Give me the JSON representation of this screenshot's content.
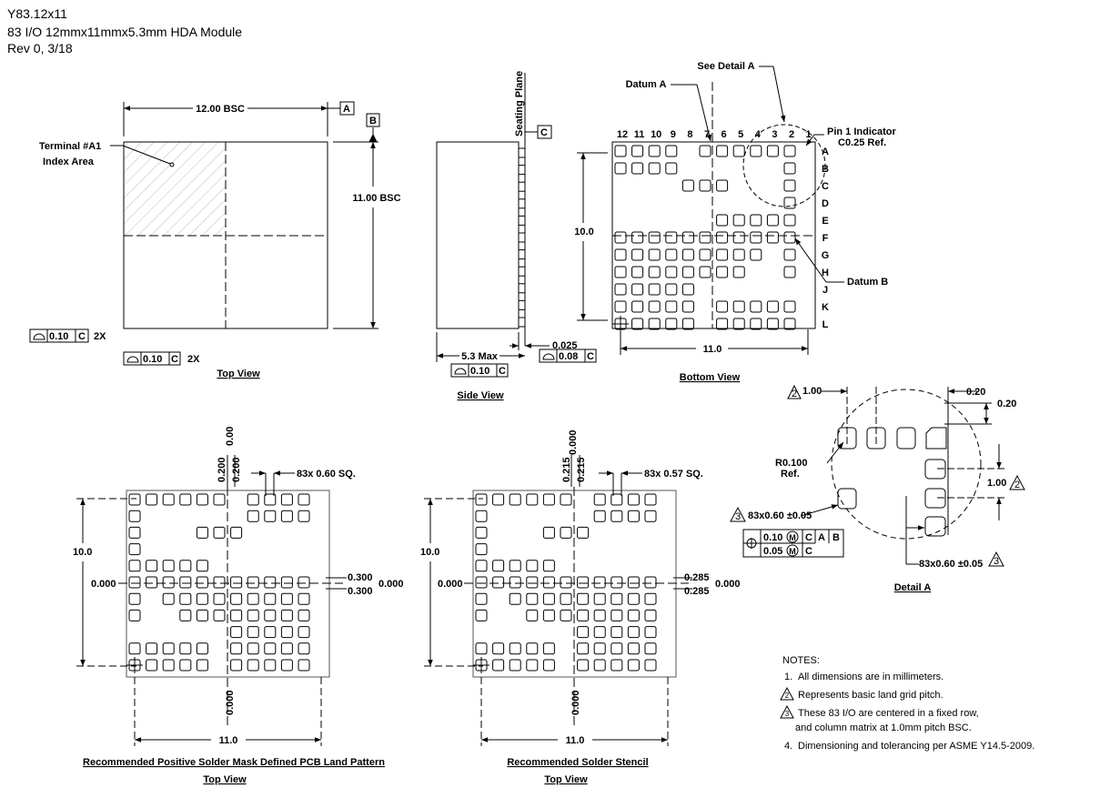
{
  "header": {
    "part": "Y83.12x11",
    "description": "83 I/O 12mmx11mmx5.3mm HDA Module",
    "revision": "Rev 0, 3/18"
  },
  "top_view": {
    "width_dim": "12.00 BSC",
    "height_dim": "11.00 BSC",
    "terminal_label_1": "Terminal #A1",
    "terminal_label_2": "Index Area",
    "datum_a": "A",
    "datum_b": "B",
    "flatness_1": {
      "value": "0.10",
      "datum": "C",
      "count": "2X"
    },
    "flatness_2": {
      "value": "0.10",
      "datum": "C",
      "count": "2X"
    },
    "caption": "Top View"
  },
  "side_view": {
    "seating_plane": "Seating Plane",
    "datum_c": "C",
    "max_height": "5.3 Max",
    "standoff": "0.025",
    "flatness_1": {
      "value": "0.10",
      "datum": "C"
    },
    "flatness_2": {
      "value": "0.08",
      "datum": "C"
    },
    "caption": "Side View"
  },
  "bottom_view": {
    "see_detail": "See Detail A",
    "datum_a": "Datum A",
    "datum_b": "Datum B",
    "pin1_label_1": "Pin 1 Indicator",
    "pin1_label_2": "C0.25 Ref.",
    "columns": [
      "12",
      "11",
      "10",
      "9",
      "8",
      "7",
      "6",
      "5",
      "4",
      "3",
      "2",
      "1"
    ],
    "rows": [
      "A",
      "B",
      "C",
      "D",
      "E",
      "F",
      "G",
      "H",
      "J",
      "K",
      "L"
    ],
    "height_dim": "10.0",
    "width_dim": "11.0",
    "caption": "Bottom View"
  },
  "detail_a": {
    "pitch_left": "1.00",
    "pitch_right": "1.00",
    "note_tag": "2",
    "gap_top": "0.20",
    "gap_right": "0.20",
    "radius_1": "R0.100",
    "radius_2": "Ref.",
    "pad_spec_left": "83x0.60 ±0.05",
    "pad_spec_right": "83x0.60 ±0.05",
    "pad_tag": "3",
    "tol_1": {
      "value": "0.10",
      "modifier": "M",
      "datums": [
        "C",
        "A",
        "B"
      ]
    },
    "tol_2": {
      "value": "0.05",
      "modifier": "M",
      "datums": [
        "C"
      ]
    },
    "caption": "Detail A"
  },
  "land_pattern": {
    "pad_note": "83x 0.60 SQ.",
    "top_offsets": [
      "0.200",
      "0.200"
    ],
    "top_zero": "0.00",
    "zero_left": "0.000",
    "zero_right": "0.000",
    "right_offsets": [
      "0.300",
      "0.300"
    ],
    "height_dim": "10.0",
    "width_dim": "11.0",
    "bottom_zero": "0.000",
    "caption": "Recommended Positive Solder Mask Defined PCB Land Pattern",
    "subcaption": "Top View"
  },
  "stencil": {
    "pad_note": "83x 0.57 SQ.",
    "top_offsets": [
      "0.215",
      "0.215"
    ],
    "top_zero": "0.000",
    "zero_left": "0.000",
    "zero_right": "0.000",
    "right_offsets": [
      "0.285",
      "0.285"
    ],
    "height_dim": "10.0",
    "width_dim": "11.0",
    "bottom_zero": "0.000",
    "caption": "Recommended Solder Stencil",
    "subcaption": "Top View"
  },
  "notes": {
    "title": "NOTES:",
    "items": [
      {
        "num": "1.",
        "text": "All dimensions are in millimeters."
      },
      {
        "num": "2",
        "text": "Represents basic land grid pitch."
      },
      {
        "num": "3",
        "text": "These 83 I/O are centered in a fixed row,"
      },
      {
        "num": "",
        "text": "and column matrix at 1.0mm pitch BSC."
      },
      {
        "num": "4.",
        "text": "Dimensioning and tolerancing per ASME Y14.5-2009."
      }
    ]
  },
  "pad_matrix": [
    "11110111111",
    "11110000001",
    "00001110001",
    "00000000001",
    "00000011111",
    "11111111111",
    "11111111101",
    "11111111001",
    "11111000000",
    "11111011111",
    "11111011111"
  ]
}
